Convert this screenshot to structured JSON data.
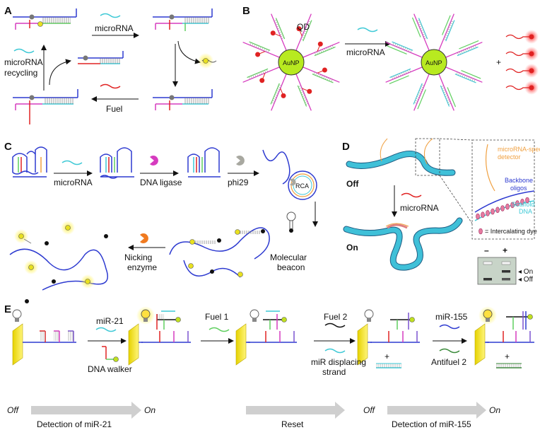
{
  "panels": {
    "A": {
      "letter": "A",
      "microrna": "microRNA",
      "recycling_1": "microRNA",
      "recycling_2": "recycling",
      "fuel": "Fuel"
    },
    "B": {
      "letter": "B",
      "qd": "QD",
      "aunp_left": "AuNP",
      "aunp_right": "AuNP",
      "microrna": "microRNA",
      "plus": "+"
    },
    "C": {
      "letter": "C",
      "microrna": "microRNA",
      "ligase": "DNA ligase",
      "phi29": "phi29",
      "rca": "RCA",
      "molecular_1": "Molecular",
      "molecular_2": "beacon",
      "nicking_1": "Nicking",
      "nicking_2": "enzyme"
    },
    "D": {
      "letter": "D",
      "off": "Off",
      "on": "On",
      "microrna": "microRNA",
      "detector_1": "microRNA-specific",
      "detector_2": "detector",
      "backbone_1": "Backbone",
      "backbone_2": "oligos",
      "scaffold_1": "Scaffold",
      "scaffold_2": "DNA",
      "dye": "= Intercalating dye",
      "gel_minus": "–",
      "gel_plus": "+",
      "gel_on": "◂ On",
      "gel_off": "◂ Off"
    },
    "E": {
      "letter": "E",
      "mir21": "miR-21",
      "walker": "DNA walker",
      "fuel1": "Fuel 1",
      "fuel2": "Fuel 2",
      "displacing_1": "miR displacing",
      "displacing_2": "strand",
      "mir155": "miR-155",
      "antifuel": "Antifuel 2",
      "plus1": "+",
      "plus2": "+",
      "off1": "Off",
      "on1": "On",
      "off2": "Off",
      "on2": "On",
      "detect21": "Detection of miR-21",
      "reset": "Reset",
      "detect155": "Detection of miR-155"
    }
  },
  "colors": {
    "magenta": "#d63bbf",
    "green": "#5fcf5f",
    "cyan": "#3ec9d6",
    "blue": "#2d3ad0",
    "red": "#e02222",
    "orange": "#f0a040",
    "yellow": "#e8e020",
    "gold": "#d8c020",
    "gray": "#8a8a8a",
    "tube": "#3fc0d8"
  }
}
